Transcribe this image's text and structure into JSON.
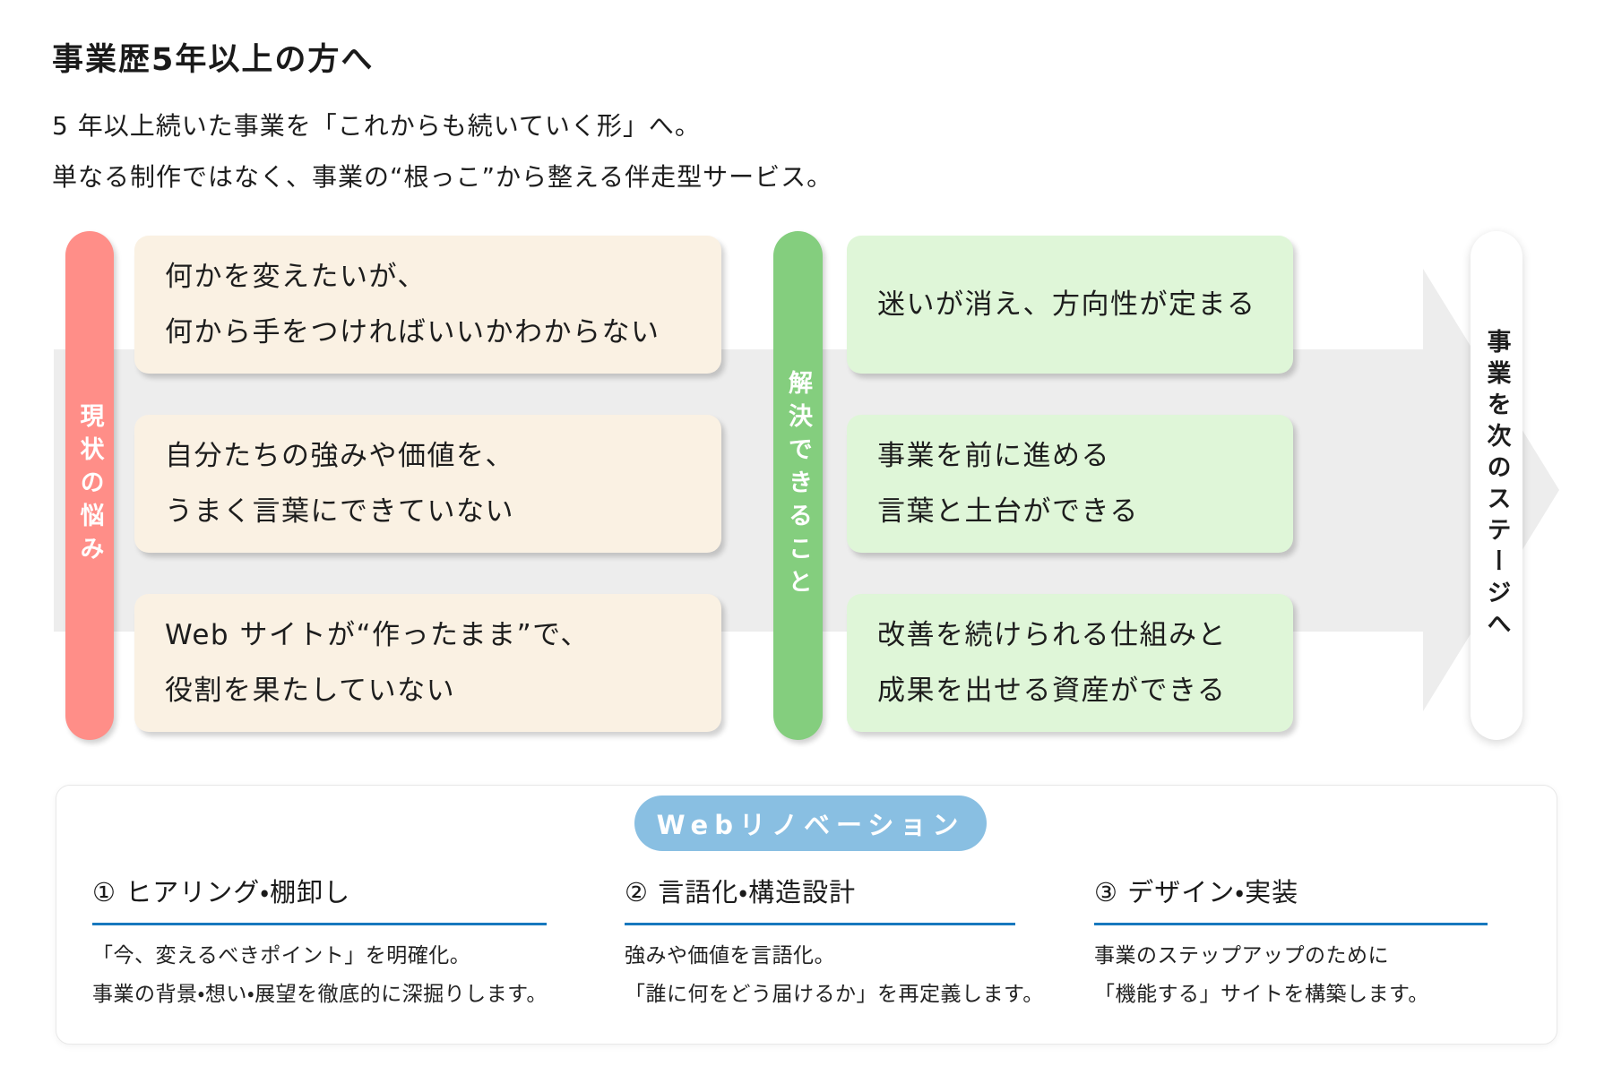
{
  "header": {
    "title": "事業歴5年以上の方へ",
    "subtitle_line1": "5 年以上続いた事業を「これからも続いていく形」へ。",
    "subtitle_line2": "単なる制作ではなく、事業の“根っこ”から整える伴走型サービス。"
  },
  "diagram": {
    "problems_label": "現状の悩み",
    "problems": [
      {
        "line1": "何かを変えたいが、",
        "line2": "何から手をつければいいかわからない"
      },
      {
        "line1": "自分たちの強みや価値を、",
        "line2": "うまく言葉にできていない"
      },
      {
        "line1": "Web サイトが“作ったまま”で、",
        "line2": "役割を果たしていない"
      }
    ],
    "solutions_label": "解決できること",
    "solutions": [
      {
        "line1": "迷いが消え、方向性が定まる",
        "line2": ""
      },
      {
        "line1": "事業を前に進める",
        "line2": "言葉と土台ができる"
      },
      {
        "line1": "改善を続けられる仕組みと",
        "line2": "成果を出せる資産ができる"
      }
    ],
    "next_stage_label": "事業を次のステージへ"
  },
  "service": {
    "badge": "Webリノベーション",
    "steps": [
      {
        "title": "① ヒアリング・棚卸し",
        "desc_line1": "「今、変えるべきポイント」を明確化。",
        "desc_line2": "事業の背景・想い・展望を徹底的に深掘りします。"
      },
      {
        "title": "② 言語化・構造設計",
        "desc_line1": "強みや価値を言語化。",
        "desc_line2": "「誰に何をどう届けるか」を再定義します。"
      },
      {
        "title": "③ デザイン・実装",
        "desc_line1": "事業のステップアップのために",
        "desc_line2": "「機能する」サイトを構築します。"
      }
    ]
  },
  "colors": {
    "problem_pill": "#FF8E88",
    "problem_box": "#FAF1E3",
    "solution_pill": "#84CE7E",
    "solution_box": "#DFF6D8",
    "arrow_band": "#EDEDED",
    "badge_blue": "#89BFE2",
    "step_underline_blue": "#1778BE",
    "text_dark": "#1D1D1D"
  }
}
